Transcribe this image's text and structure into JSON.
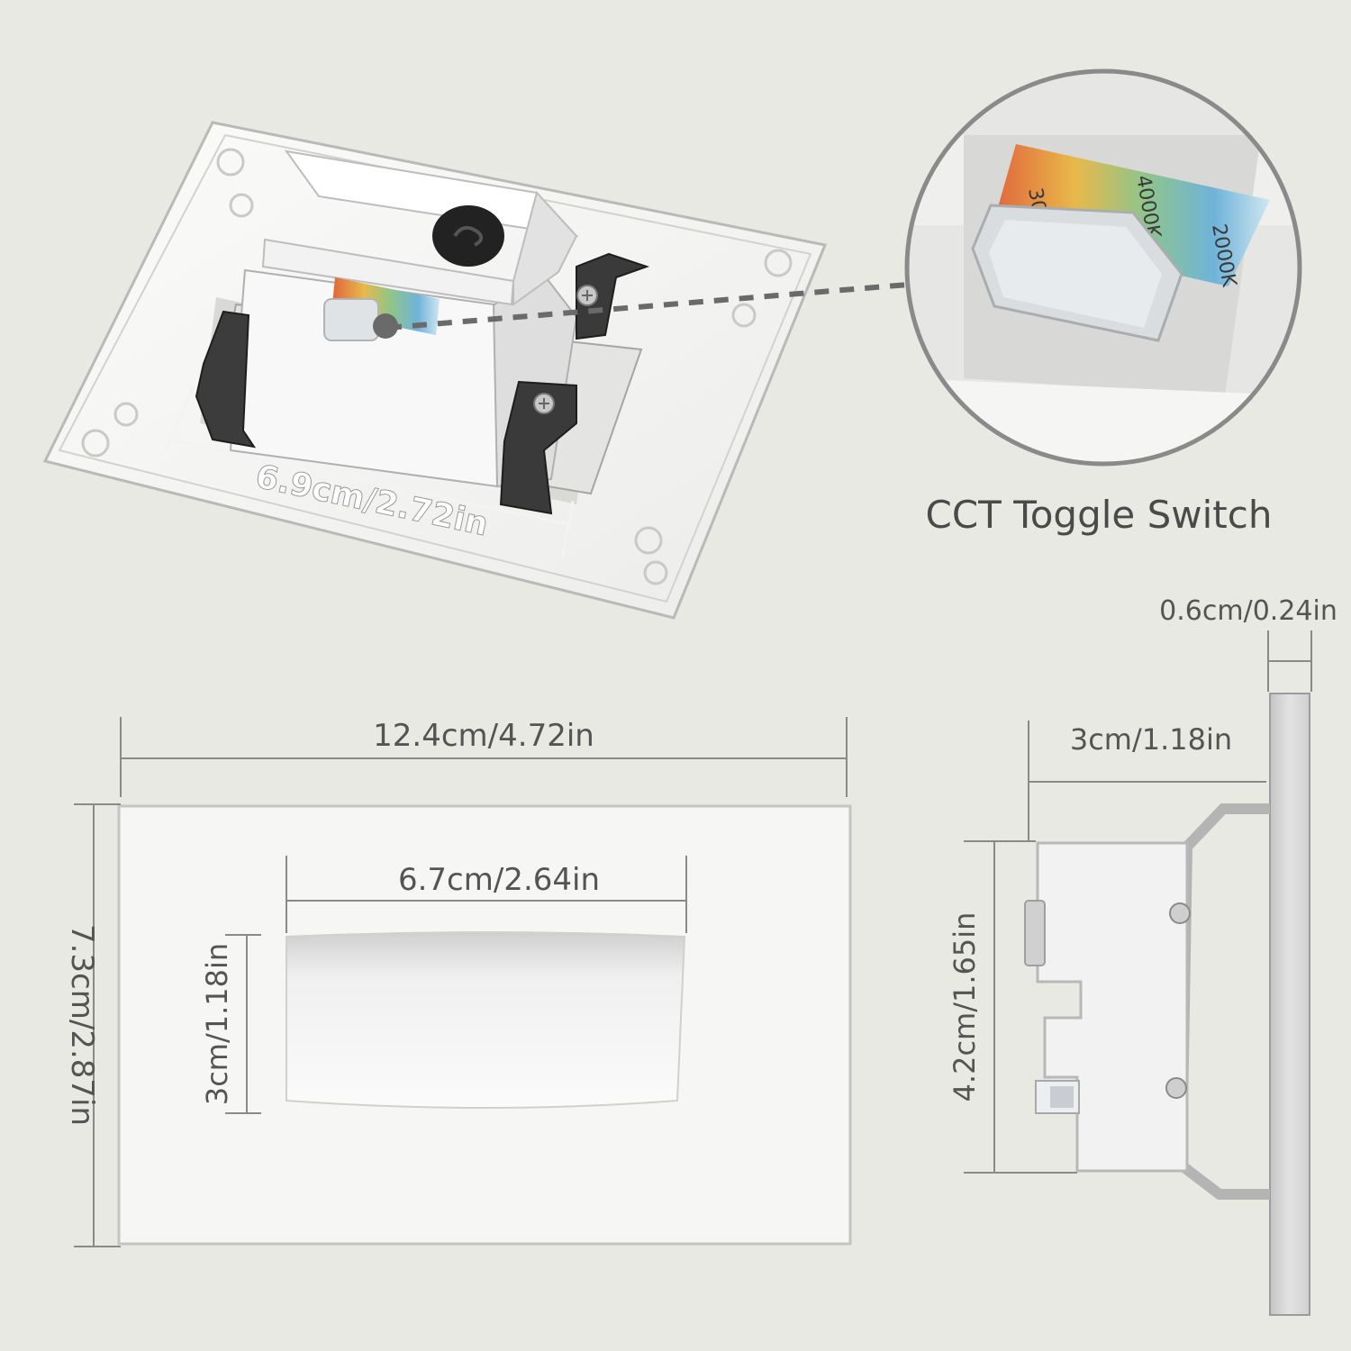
{
  "labels": {
    "back_module_width": "6.9cm/2.72in",
    "toggle_caption": "CCT Toggle Switch",
    "plate_width": "12.4cm/4.72in",
    "plate_height": "7.3cm/2.87in",
    "opening_width": "6.7cm/2.64in",
    "opening_height": "3cm/1.18in",
    "faceplate_thickness": "0.6cm/0.24in",
    "body_depth": "3cm/1.18in",
    "body_height": "4.2cm/1.65in"
  },
  "switch_markings": {
    "upper": "3000K",
    "middle": "4000K",
    "lower": "2000K"
  },
  "colors": {
    "background": "#e9e9e3",
    "plate": "#f6f6f4",
    "dimension_line": "#8a8a8a",
    "text": "#545454"
  }
}
